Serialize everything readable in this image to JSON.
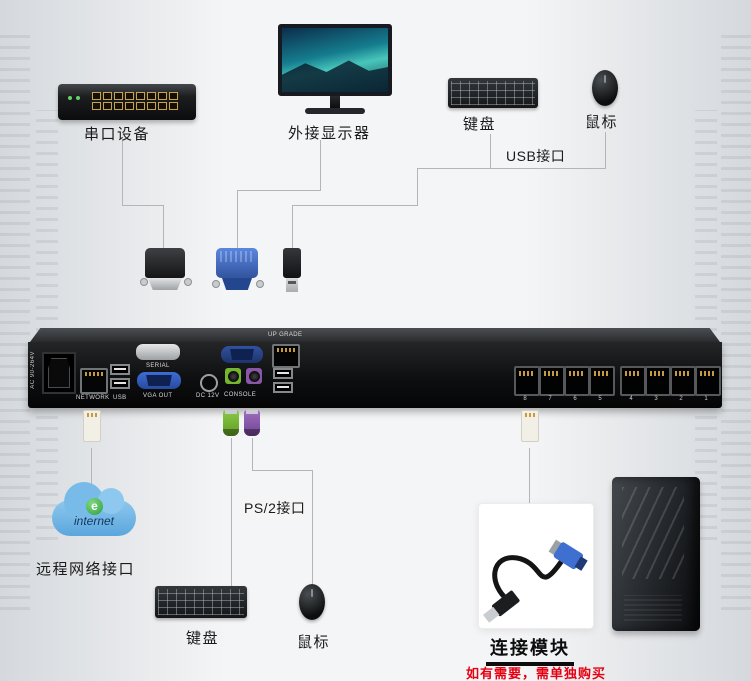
{
  "diagram": {
    "top": {
      "serial_device_label": "串口设备",
      "monitor_label": "外接显示器",
      "keyboard_label": "键盘",
      "mouse_label": "鼠标",
      "usb_label": "USB接口"
    },
    "kvm": {
      "power_label": "AC 90-264V",
      "network_label": "NETWORK",
      "usb_label": "USB",
      "serial_label": "SERIAL",
      "vga_out_label": "VGA OUT",
      "dc_label": "DC 12V",
      "console_label": "CONSOLE",
      "upgrade_label": "UP GRADE",
      "port_numbers": [
        "8",
        "7",
        "6",
        "5",
        "4",
        "3",
        "2",
        "1"
      ]
    },
    "bottom": {
      "internet_label": "internet",
      "remote_label": "远程网络接口",
      "ps2_label": "PS/2接口",
      "keyboard_label": "键盘",
      "mouse_label": "鼠标",
      "module_label": "连接模块",
      "module_note": "如有需要，需单独购买"
    }
  },
  "colors": {
    "connector_blue": "#3f6fd0",
    "ps2_green": "#74b62e",
    "ps2_purple": "#8a56a8",
    "note_red": "#e60012",
    "cloud_blue": "#6db5e8",
    "line_gray": "#b3b6b9"
  }
}
